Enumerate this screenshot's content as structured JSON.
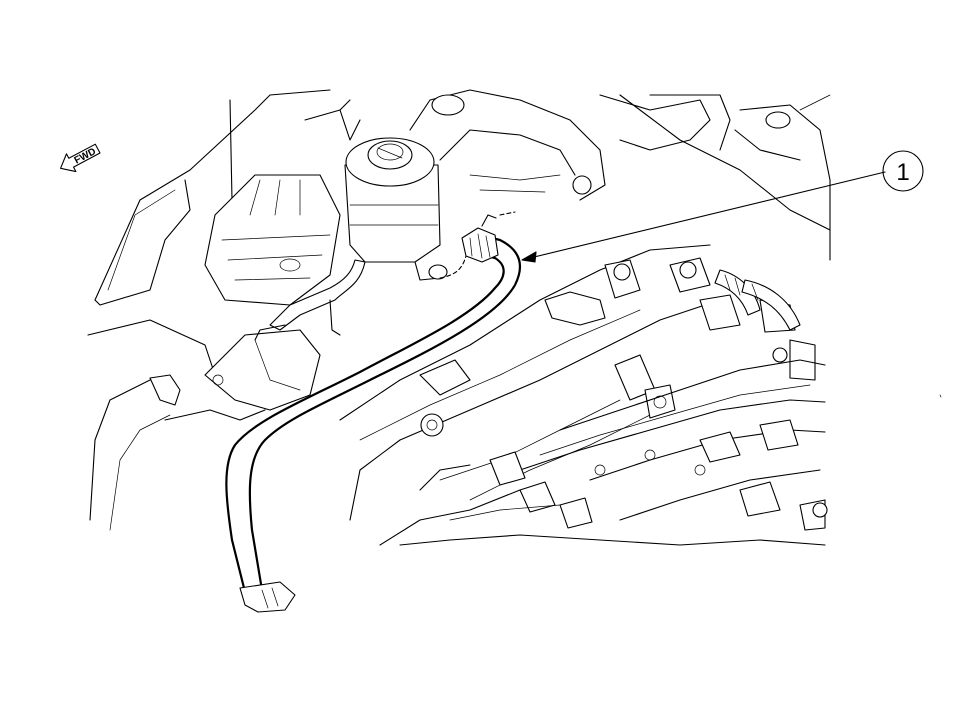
{
  "figure": {
    "callouts": [
      {
        "id": "callout-1",
        "label": "1"
      }
    ],
    "direction_arrow": {
      "label": "FWD"
    }
  }
}
